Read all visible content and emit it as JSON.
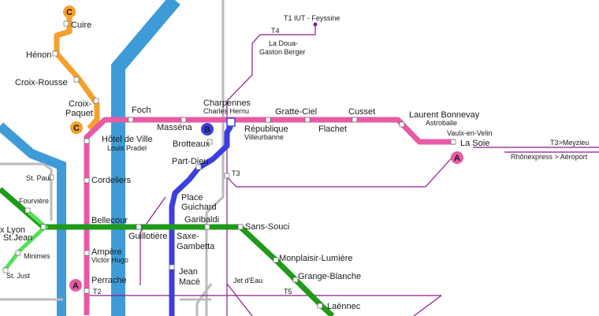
{
  "colors": {
    "metro_a": "#e75aa6",
    "metro_b": "#3b3fe0",
    "metro_c": "#f5a02b",
    "metro_d": "#1f9a1a",
    "funicular": "#55e05a",
    "tram": "#8b1a8b",
    "river": "#3e9bd7",
    "rail": "#bbbbbb"
  },
  "line_badges": {
    "a": "A",
    "b": "B",
    "c": "C"
  },
  "tram_labels": {
    "t1_terminus": "T1 IUT - Feyssine",
    "t4": "T4",
    "t3": "T3",
    "t2": "T2",
    "t5": "T5",
    "t3_meyzieu": "T3>Meyzieu",
    "rhonexpress": "Rhônexpress > Aéroport"
  },
  "stations": {
    "cuire": "Cuire",
    "henon": "Hénon",
    "croix_rousse": "Croix-Rousse",
    "croix_paquet_1": "Croix-",
    "croix_paquet_2": "Paquet",
    "foch": "Foch",
    "hotel_de_ville": "Hôtel de Ville",
    "louis_pradel": "Louis Pradel",
    "cordeliers": "Cordeliers",
    "bellecour": "Bellecour",
    "ampere": "Ampère",
    "victor_hugo": "Victor Hugo",
    "perrache": "Perrache",
    "massena": "Masséna",
    "charpennes": "Charpennes",
    "charles_hernu": "Charles Hernu",
    "republique": "République",
    "villeurbanne": "Villeurbanne",
    "gratte_ciel": "Gratte-Ciel",
    "flachet": "Flachet",
    "cusset": "Cusset",
    "laurent_bonnevay": "Laurent Bonnevay",
    "astroballe": "Astroballe",
    "vaulx_en_velin": "Vaulx-en-Velin",
    "la_soie": "La Soie",
    "brotteaux": "Brotteaux",
    "part_dieu": "Part-Dieu",
    "place_guichard_1": "Place",
    "place_guichard_2": "Guichard",
    "saxe_gambetta_1": "Saxe-",
    "saxe_gambetta_2": "Gambetta",
    "jean_mace_1": "Jean",
    "jean_mace_2": "Macé",
    "garibaldi": "Garibaldi",
    "sans_souci": "Sans-Souci",
    "monplaisir_lumiere": "Monplaisir-Lumière",
    "grange_blanche": "Grange-Blanche",
    "laennec": "Laënnec",
    "guillotiere": "Guillotière",
    "vieux_lyon_1": "x Lyon",
    "vieux_lyon_2": "St.Jean",
    "st_paul": "St. Paul",
    "fourviere": "Fourvière",
    "minimes": "Minimes",
    "st_just": "St. Just",
    "la_doua_1": "La Doua-",
    "la_doua_2": "Gaston Berger",
    "jet_deau": "Jet d'Eau"
  }
}
